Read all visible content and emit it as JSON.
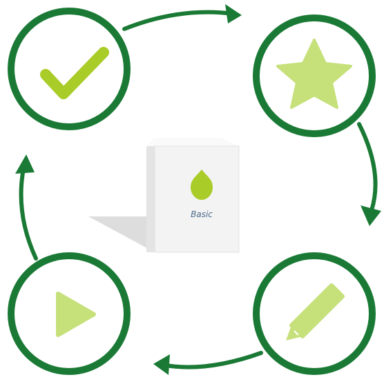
{
  "colors": {
    "ring": "#1a7a35",
    "arrow": "#1a7a35",
    "icon_fill": "#c6e07a",
    "checkmark_fill": "#a9cc28",
    "box_face": "#f3f3f3",
    "box_shadow": "#d9d9d9",
    "label_text": "#4a6a8a"
  },
  "nodes": [
    {
      "icon": "checkmark-icon",
      "position_label": "top-left"
    },
    {
      "icon": "star-icon",
      "position_label": "top-right"
    },
    {
      "icon": "pencil-icon",
      "position_label": "bottom-right"
    },
    {
      "icon": "play-icon",
      "position_label": "bottom-left"
    }
  ],
  "center_box": {
    "label": "Basic",
    "icon": "drop-icon"
  },
  "cycle_direction": "clockwise"
}
